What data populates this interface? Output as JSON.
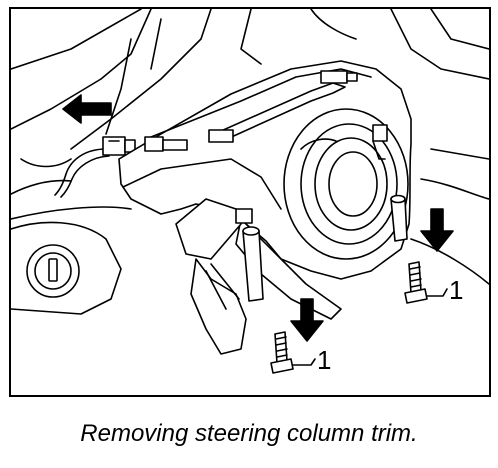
{
  "caption": "Removing steering column trim.",
  "callouts": {
    "screw_right": "1",
    "screw_left": "1"
  },
  "colors": {
    "line": "#000000",
    "fill": "#ffffff",
    "arrow": "#000000"
  }
}
